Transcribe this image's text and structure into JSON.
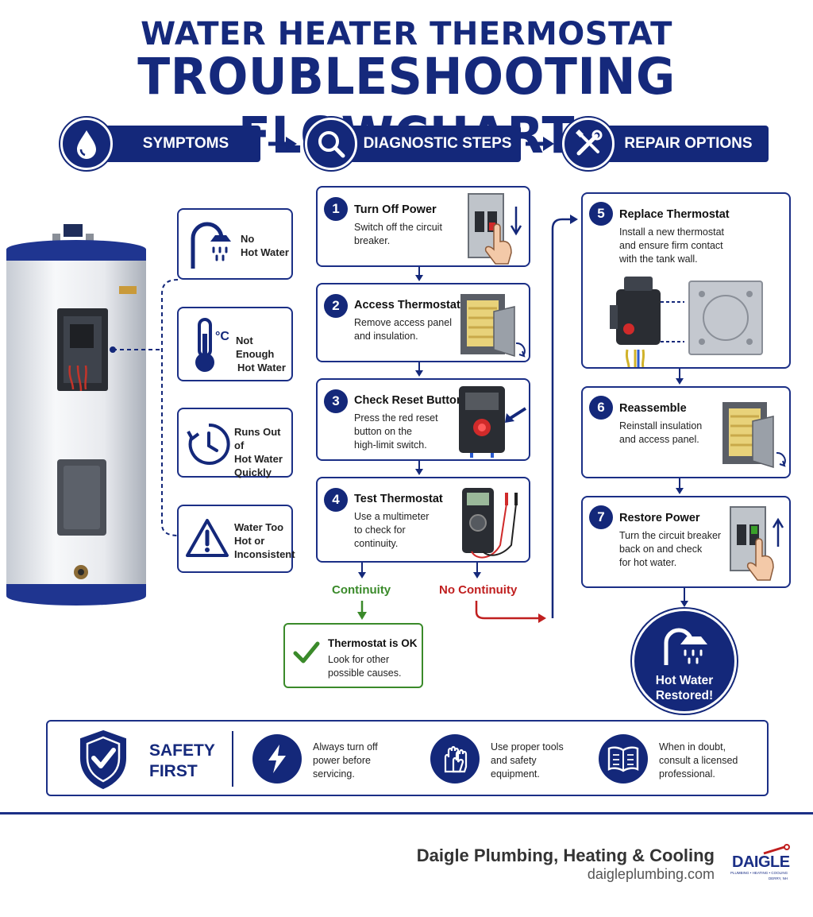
{
  "title_line1": "WATER HEATER THERMOSTAT",
  "title_line2": "TROUBLESHOOTING FLOWCHART",
  "header": {
    "symptoms": "SYMPTOMS",
    "diagnostic": "DIAGNOSTIC STEPS",
    "repair": "REPAIR OPTIONS"
  },
  "symptoms": [
    {
      "line1": "No",
      "line2": "Hot Water",
      "line3": "",
      "icon": "shower-icon"
    },
    {
      "line1": "Not Enough",
      "line2": "Hot Water",
      "line3": "",
      "icon": "thermometer-icon"
    },
    {
      "line1": "Runs Out of",
      "line2": "Hot Water",
      "line3": "Quickly",
      "icon": "clock-icon"
    },
    {
      "line1": "Water Too",
      "line2": "Hot or",
      "line3": "Inconsistent",
      "icon": "warning-icon"
    }
  ],
  "steps": [
    {
      "num": "1",
      "title": "Turn Off Power",
      "desc1": "Switch off the circuit",
      "desc2": "breaker.",
      "desc3": "",
      "icon": "breaker-off-icon"
    },
    {
      "num": "2",
      "title": "Access Thermostat",
      "desc1": "Remove access panel",
      "desc2": "and insulation.",
      "desc3": "",
      "icon": "access-panel-icon"
    },
    {
      "num": "3",
      "title": "Check Reset Button",
      "desc1": "Press the red reset",
      "desc2": "button on the",
      "desc3": "high-limit switch.",
      "icon": "reset-switch-icon"
    },
    {
      "num": "4",
      "title": "Test Thermostat",
      "desc1": "Use a multimeter",
      "desc2": "to check for",
      "desc3": "continuity.",
      "icon": "multimeter-icon"
    }
  ],
  "branches": {
    "continuity": "Continuity",
    "no_continuity": "No Continuity"
  },
  "ok_box": {
    "title": "Thermostat is OK",
    "desc1": "Look for other",
    "desc2": "possible causes."
  },
  "repairs": [
    {
      "num": "5",
      "title": "Replace Thermostat",
      "desc1": "Install a new thermostat",
      "desc2": "and ensure firm contact",
      "desc3": "with the tank wall.",
      "icon": "thermostat-part-icon"
    },
    {
      "num": "6",
      "title": "Reassemble",
      "desc1": "Reinstall insulation",
      "desc2": "and access panel.",
      "desc3": "",
      "icon": "access-panel-icon"
    },
    {
      "num": "7",
      "title": "Restore Power",
      "desc1": "Turn the circuit breaker",
      "desc2": "back on and check",
      "desc3": "for hot water.",
      "icon": "breaker-on-icon"
    }
  ],
  "restored": {
    "line1": "Hot Water",
    "line2": "Restored!"
  },
  "safety": {
    "title1": "SAFETY",
    "title2": "FIRST",
    "tips": [
      {
        "line1": "Always turn off",
        "line2": "power before",
        "line3": "servicing.",
        "icon": "lightning-icon"
      },
      {
        "line1": "Use proper tools",
        "line2": "and safety",
        "line3": "equipment.",
        "icon": "gloves-icon"
      },
      {
        "line1": "When in doubt,",
        "line2": "consult a licensed",
        "line3": "professional.",
        "icon": "book-icon"
      }
    ]
  },
  "footer": {
    "company": "Daigle Plumbing, Heating & Cooling",
    "website": "daigleplumbing.com",
    "logo_name": "DAIGLE",
    "logo_sub": "PLUMBING • HEATING • COOLING",
    "logo_loc": "DERRY, NH"
  },
  "colors": {
    "navy": "#14287a",
    "green": "#3a8a2a",
    "red": "#c01f1f"
  }
}
